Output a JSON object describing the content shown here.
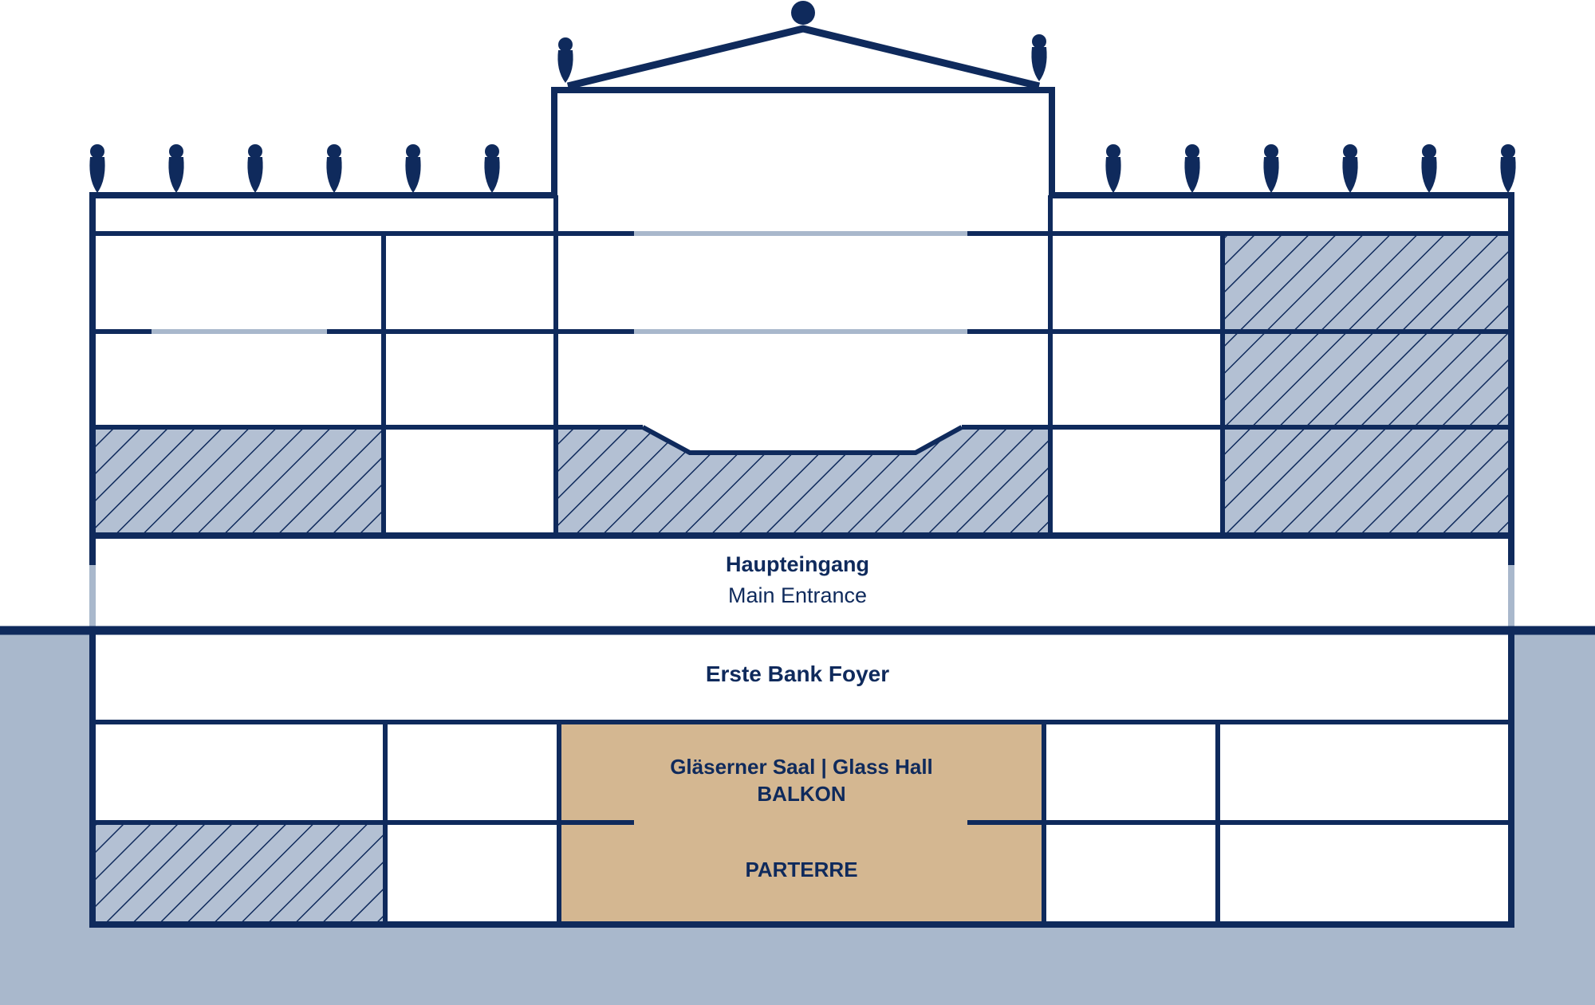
{
  "colors": {
    "structure": "#0f2a5c",
    "ground": "#a9b8cc",
    "hatch_fill": "#b3c0d3",
    "hall": "#d4b791",
    "background": "#ffffff"
  },
  "labels": {
    "main_entrance_de": "Haupteingang",
    "main_entrance_en": "Main Entrance",
    "foyer": "Erste Bank Foyer",
    "glass_hall": "Gläserner Saal | Glass Hall",
    "balkon": "BALKON",
    "parterre": "PARTERRE"
  }
}
